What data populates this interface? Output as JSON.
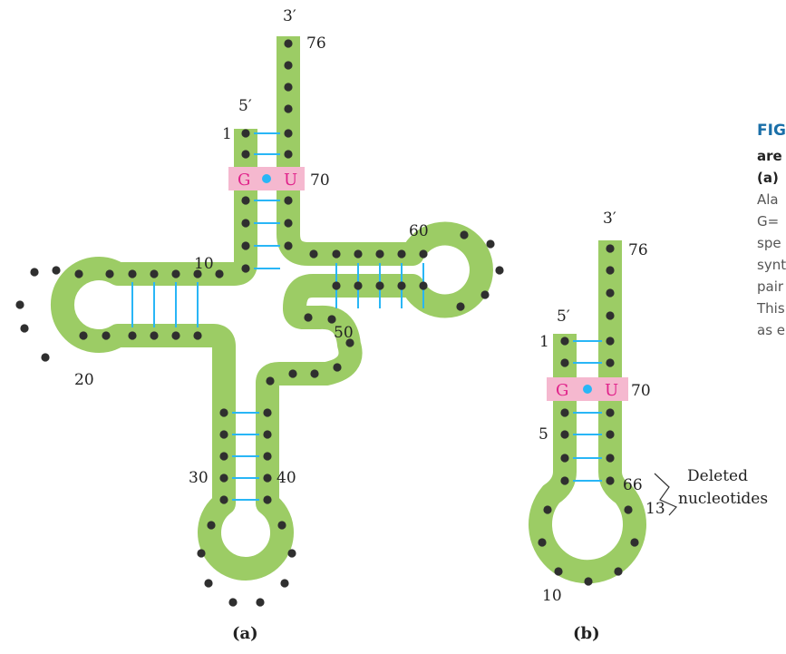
{
  "colors": {
    "strand": "#9ccc65",
    "dot": "#2f2f2f",
    "pair_line": "#29b6f6",
    "highlight": "#f5b8cf",
    "base_letter": "#e0218a",
    "center_dot": "#29b6f6"
  },
  "panel_a": {
    "label": "(a)",
    "end5": "5′",
    "end3": "3′",
    "numbers": [
      "1",
      "10",
      "20",
      "30",
      "40",
      "50",
      "60",
      "70",
      "76"
    ],
    "pair": {
      "left": "G",
      "right": "U"
    }
  },
  "panel_b": {
    "label": "(b)",
    "end5": "5′",
    "end3": "3′",
    "numbers": [
      "1",
      "5",
      "10",
      "13",
      "66",
      "70",
      "76"
    ],
    "pair": {
      "left": "G",
      "right": "U"
    },
    "annotation": [
      "Deleted",
      "nucleotides"
    ]
  },
  "caption_fragments": [
    "FIG",
    "are",
    "(a)",
    "Ala",
    "G=",
    "spe",
    "synt",
    "pair",
    "This",
    "as e"
  ]
}
